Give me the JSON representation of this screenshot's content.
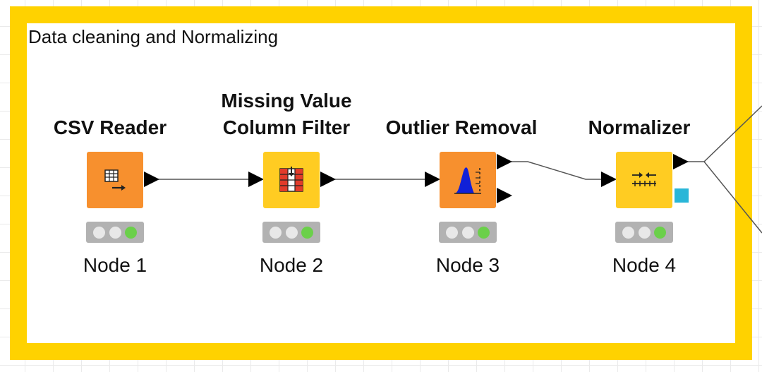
{
  "annotation": {
    "text": "Data cleaning and Normalizing",
    "border_color": "#ffd200"
  },
  "nodes": [
    {
      "title_line1": "",
      "title_line2": "CSV Reader",
      "label": "Node 1",
      "icon": "csv-reader-icon",
      "color": "#f7902e",
      "status": "executed"
    },
    {
      "title_line1": "Missing Value",
      "title_line2": "Column Filter",
      "label": "Node 2",
      "icon": "missing-value-filter-icon",
      "color": "#ffcc22",
      "status": "executed"
    },
    {
      "title_line1": "",
      "title_line2": "Outlier Removal",
      "label": "Node 3",
      "icon": "outlier-removal-icon",
      "color": "#f7902e",
      "status": "executed"
    },
    {
      "title_line1": "",
      "title_line2": "Normalizer",
      "label": "Node 4",
      "icon": "normalizer-icon",
      "color": "#ffcc22",
      "status": "executed"
    }
  ],
  "colors": {
    "status_green": "#6bd04a",
    "flow_variable_port": "#29b6d8"
  }
}
